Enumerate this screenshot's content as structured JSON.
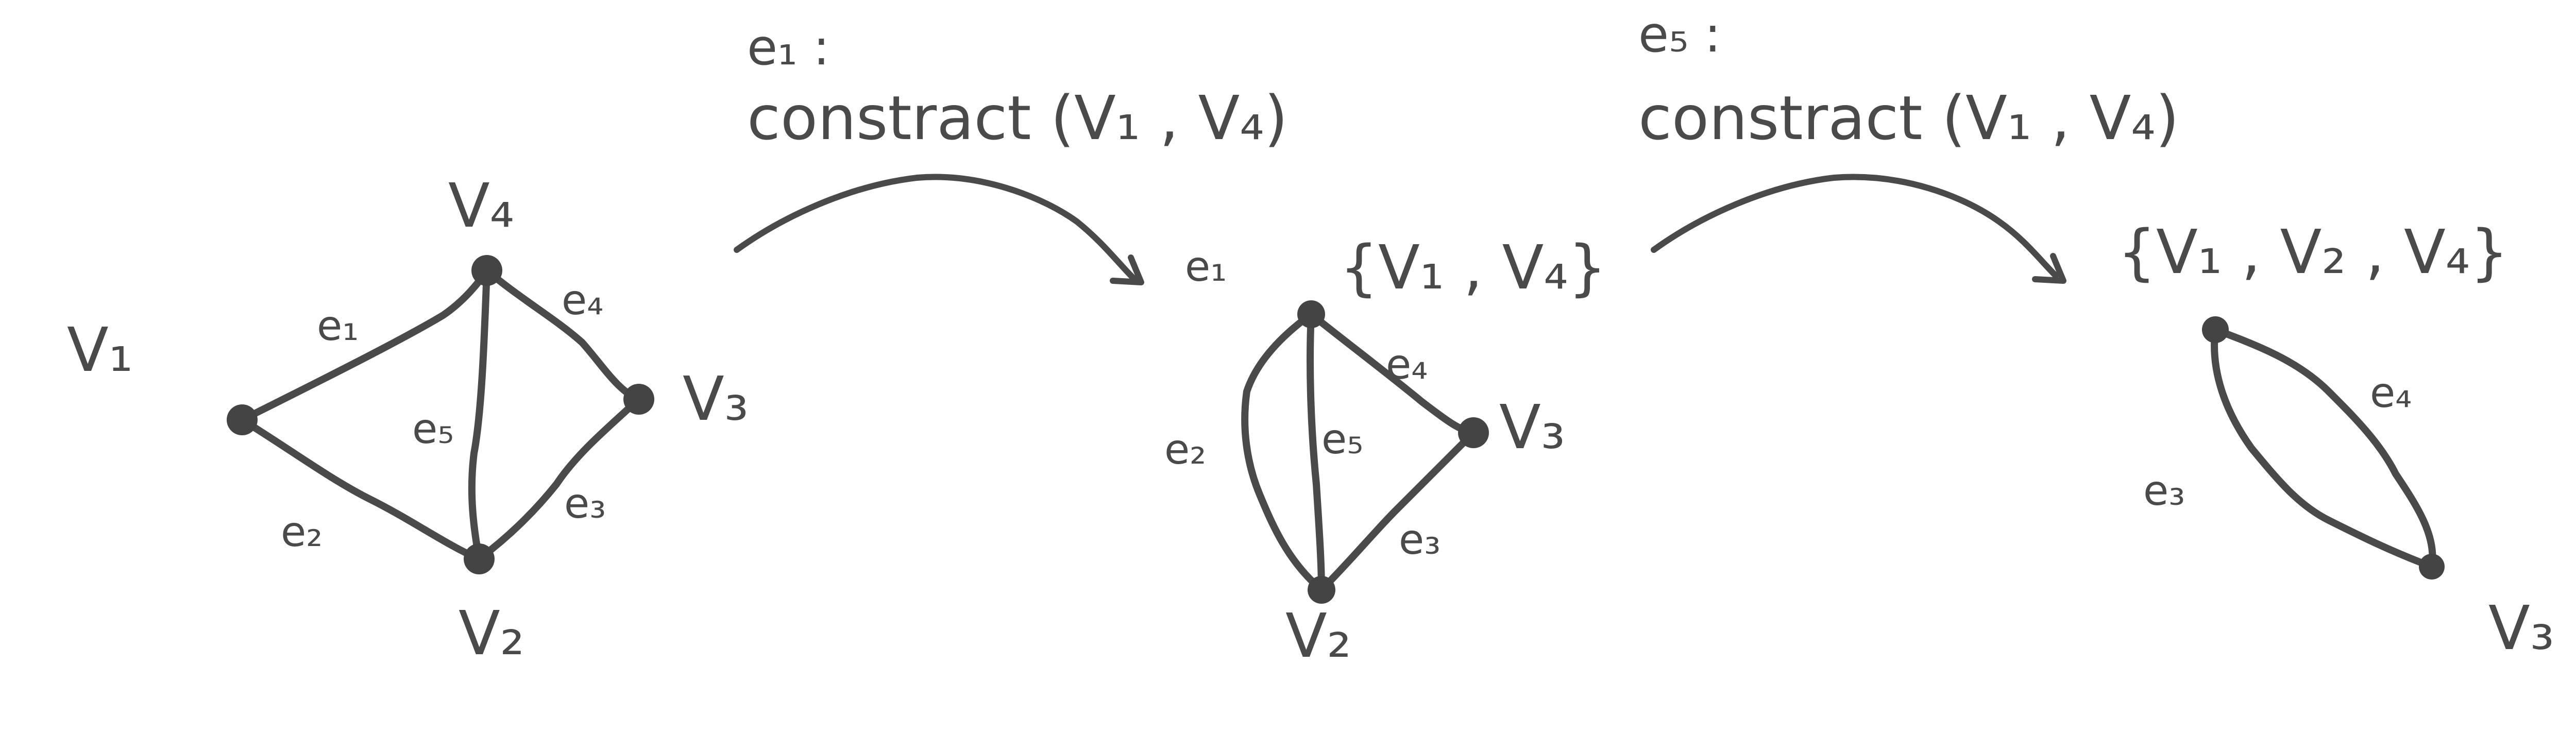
{
  "colors": {
    "ink": "#4a4a4a",
    "node": "#444444",
    "background": "#ffffff"
  },
  "graph1": {
    "vertices": {
      "v1": "V₁",
      "v2": "V₂",
      "v3": "V₃",
      "v4": "V₄"
    },
    "edges": {
      "e1": "e₁",
      "e2": "e₂",
      "e3": "e₃",
      "e4": "e₄",
      "e5": "e₅"
    }
  },
  "step1": {
    "edge": "e₁ :",
    "operation": "constract (V₁ , V₄)"
  },
  "graph2": {
    "merged_edge_marker": "e₁",
    "merged_vertex": "{V₁ , V₄}",
    "vertices": {
      "v2": "V₂",
      "v3": "V₃"
    },
    "edges": {
      "e2": "e₂",
      "e3": "e₃",
      "e4": "e₄",
      "e5": "e₅"
    }
  },
  "step2": {
    "edge": "e₅ :",
    "operation": "constract (V₁ , V₄)"
  },
  "graph3": {
    "merged_vertex": "{V₁ , V₂ , V₄}",
    "vertices": {
      "v3": "V₃"
    },
    "edges": {
      "e3": "e₃",
      "e4": "e₄"
    }
  }
}
